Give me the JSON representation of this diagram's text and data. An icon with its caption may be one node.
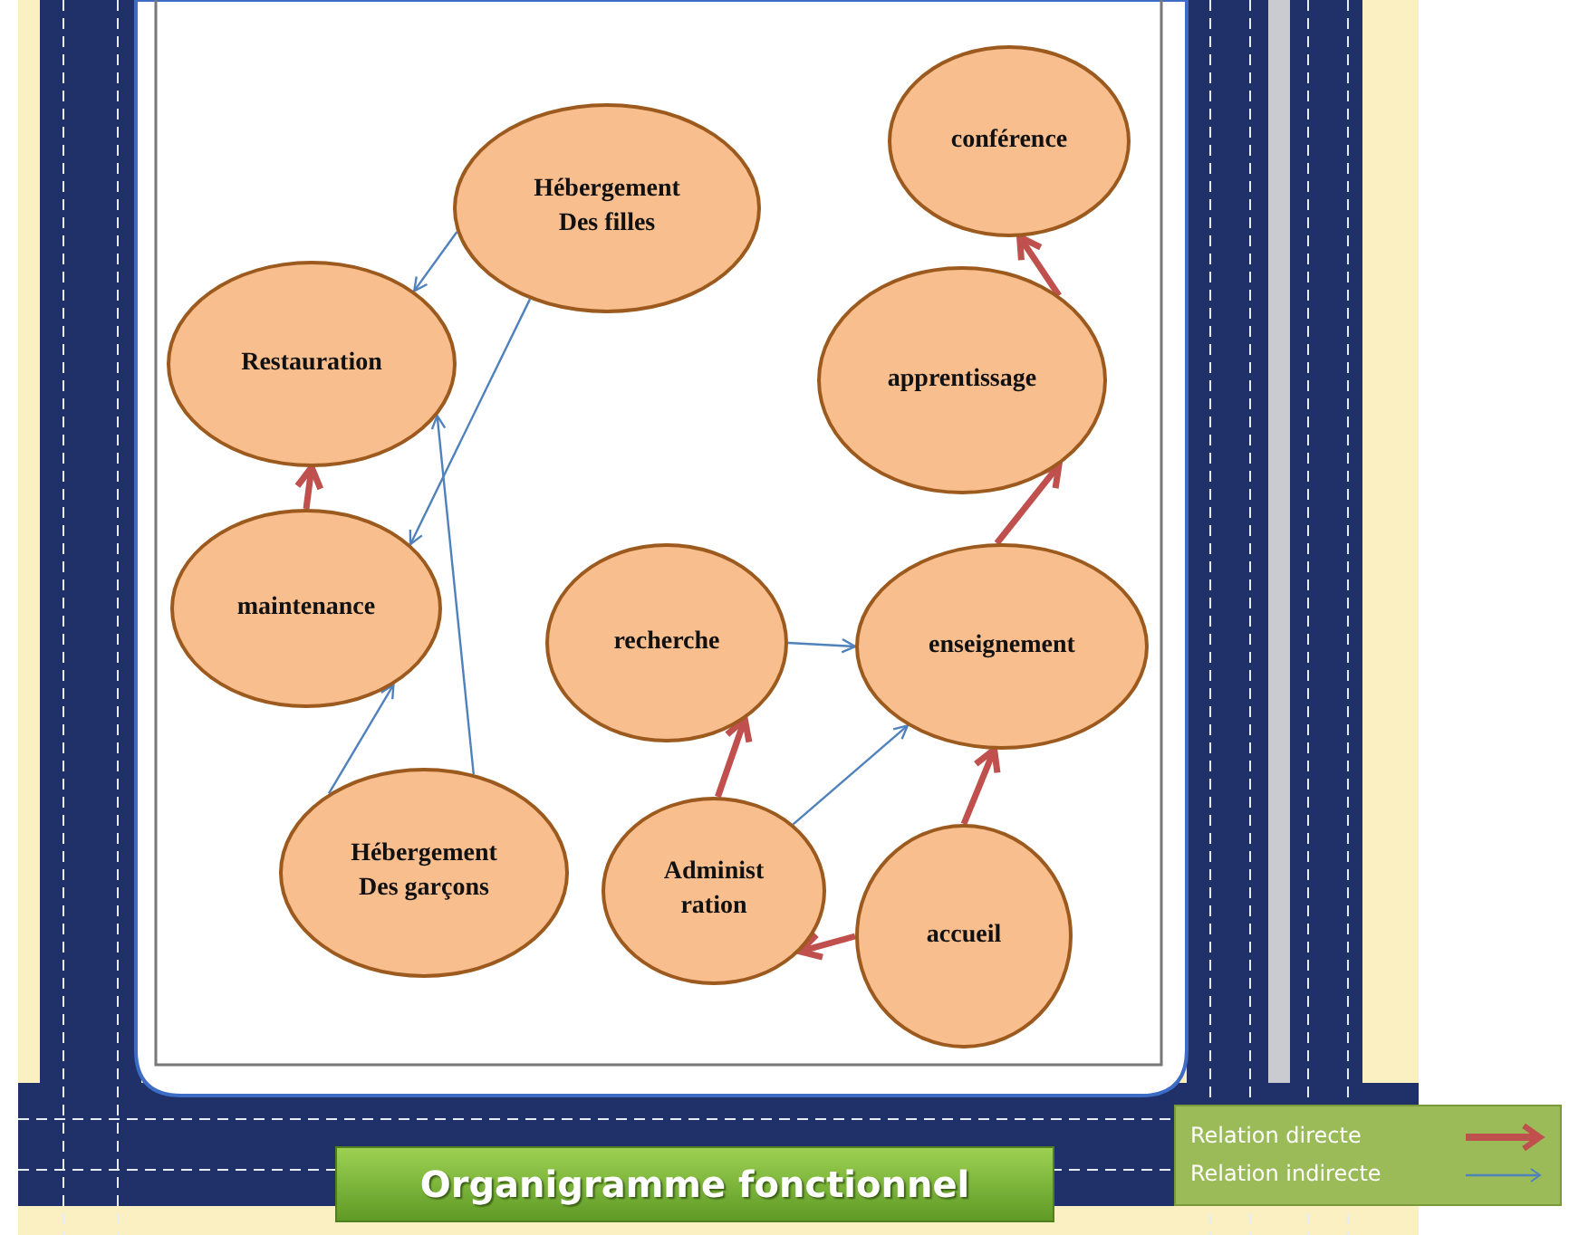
{
  "diagram": {
    "title": "Organigramme fonctionnel",
    "nodes": [
      {
        "text": [
          "Hébergement Des filles"
        ]
      },
      {
        "text": [
          "Restauration"
        ]
      },
      {
        "text": [
          "conférence"
        ]
      },
      {
        "text": [
          "apprentissage"
        ]
      },
      {
        "text": [
          "maintenance"
        ]
      },
      {
        "text": [
          "recherche"
        ]
      },
      {
        "text": [
          "enseignement"
        ]
      },
      {
        "text": [
          "Hébergement Des garçons"
        ]
      },
      {
        "text": [
          "Administ ration"
        ]
      },
      {
        "text": [
          "accueil"
        ]
      }
    ],
    "edges": [
      {
        "from": 0,
        "to": 1,
        "arrow": "to"
      },
      {
        "from": 0,
        "to": 4,
        "arrow": "to"
      },
      {
        "from": 7,
        "to": 1,
        "arrow": "to"
      },
      {
        "from": 7,
        "to": 4,
        "arrow": "to"
      },
      {
        "from": 4,
        "to": 1,
        "arrow": "to",
        "style": "thick",
        "color": "#c0504d"
      },
      {
        "from": 5,
        "to": 6,
        "arrow": "to"
      },
      {
        "from": 8,
        "to": 5,
        "arrow": "to",
        "style": "thick",
        "color": "#c0504d"
      },
      {
        "from": 8,
        "to": 6,
        "arrow": "to"
      },
      {
        "from": 9,
        "to": 8,
        "arrow": "to",
        "style": "thick",
        "color": "#c0504d"
      },
      {
        "from": 9,
        "to": 6,
        "arrow": "to",
        "style": "thick",
        "color": "#c0504d"
      },
      {
        "from": 6,
        "to": 3,
        "arrow": "to",
        "style": "thick",
        "color": "#c0504d"
      },
      {
        "from": 3,
        "to": 2,
        "arrow": "to",
        "style": "thick",
        "color": "#c0504d"
      }
    ],
    "legend": [
      {
        "text": "Relation directe"
      },
      {
        "text": "Relation indirecte"
      }
    ]
  }
}
